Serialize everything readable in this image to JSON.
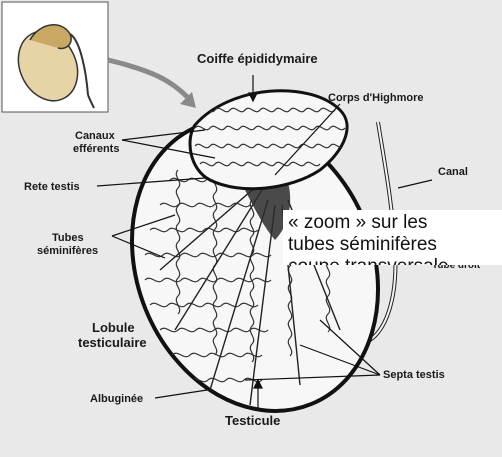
{
  "labels": {
    "coiffe": "Coiffe épididymaire",
    "corps": "Corps d'Highmore",
    "canaux_line1": "Canaux",
    "canaux_line2": "efférents",
    "canal_line1": "Canal",
    "rete": "Rete testis",
    "tubes_line1": "Tubes",
    "tubes_line2": "séminifères",
    "lobule_line1": "Lobule",
    "lobule_line2": "testiculaire",
    "tube_droit": "Tube droit",
    "septa": "Septa testis",
    "albuginee": "Albuginée",
    "testicule": "Testicule"
  },
  "callout": {
    "line1": "« zoom » sur les",
    "line2": "tubes séminifères",
    "line3": "coupe transversale"
  },
  "colors": {
    "background": "#e9e9e9",
    "ink": "#1a1a1a",
    "callout_bg": "#ffffff",
    "pointer_blue": "#3b63c4"
  }
}
